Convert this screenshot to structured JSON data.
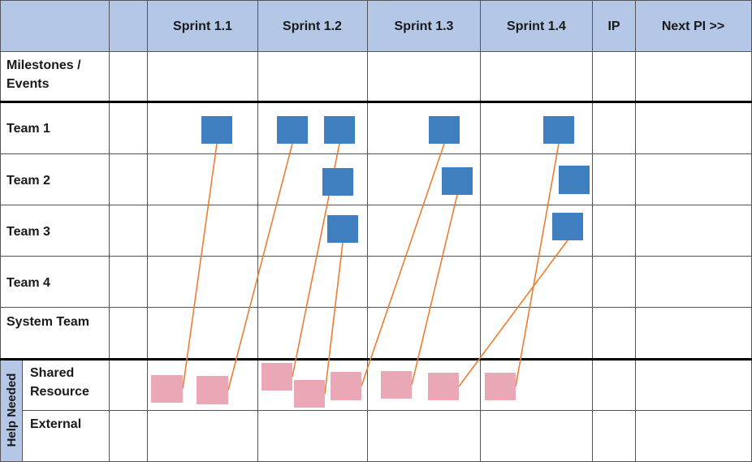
{
  "header": {
    "columns": [
      "Sprint 1.1",
      "Sprint 1.2",
      "Sprint 1.3",
      "Sprint 1.4",
      "IP",
      "Next PI >>"
    ]
  },
  "rows": {
    "milestones_line1": "Milestones /",
    "milestones_line2": "Events",
    "team1": "Team 1",
    "team2": "Team 2",
    "team3": "Team 3",
    "team4": "Team 4",
    "system_team": "System Team",
    "shared_line1": "Shared",
    "shared_line2": "Resource",
    "external": "External"
  },
  "help_needed": "Help Needed",
  "colors": {
    "header_fill": "#b4c7e7",
    "team_card": "#3f7fbf",
    "help_card": "#eaa8b6",
    "dependency_line": "#ed7d31",
    "grid_line": "#555555"
  },
  "team_cards": [
    {
      "id": "c1",
      "team": "Team 1",
      "sprint": "Sprint 1.1"
    },
    {
      "id": "c2",
      "team": "Team 1",
      "sprint": "Sprint 1.2"
    },
    {
      "id": "c3",
      "team": "Team 1",
      "sprint": "Sprint 1.2"
    },
    {
      "id": "c4",
      "team": "Team 1",
      "sprint": "Sprint 1.3"
    },
    {
      "id": "c5",
      "team": "Team 1",
      "sprint": "Sprint 1.4"
    },
    {
      "id": "c6",
      "team": "Team 2",
      "sprint": "Sprint 1.2"
    },
    {
      "id": "c7",
      "team": "Team 2",
      "sprint": "Sprint 1.3"
    },
    {
      "id": "c8",
      "team": "Team 2",
      "sprint": "Sprint 1.4"
    },
    {
      "id": "c9",
      "team": "Team 3",
      "sprint": "Sprint 1.2"
    },
    {
      "id": "c10",
      "team": "Team 3",
      "sprint": "Sprint 1.4"
    }
  ],
  "help_cards": [
    {
      "id": "h1",
      "row": "Shared Resource",
      "sprint": "Sprint 1.1"
    },
    {
      "id": "h2",
      "row": "Shared Resource",
      "sprint": "Sprint 1.1"
    },
    {
      "id": "h3",
      "row": "Shared Resource",
      "sprint": "Sprint 1.2"
    },
    {
      "id": "h4",
      "row": "Shared Resource",
      "sprint": "Sprint 1.2"
    },
    {
      "id": "h5",
      "row": "Shared Resource",
      "sprint": "Sprint 1.2"
    },
    {
      "id": "h6",
      "row": "Shared Resource",
      "sprint": "Sprint 1.3"
    },
    {
      "id": "h7",
      "row": "Shared Resource",
      "sprint": "Sprint 1.3"
    },
    {
      "id": "h8",
      "row": "Shared Resource",
      "sprint": "Sprint 1.4"
    }
  ],
  "dependencies": [
    {
      "from": "c1",
      "to": "h1"
    },
    {
      "from": "c2",
      "to": "h2"
    },
    {
      "from": "c3",
      "to": "h3"
    },
    {
      "from": "c9",
      "to": "h4"
    },
    {
      "from": "c4",
      "to": "h5"
    },
    {
      "from": "c7",
      "to": "h6"
    },
    {
      "from": "c10",
      "to": "h7"
    },
    {
      "from": "c5",
      "to": "h8"
    }
  ]
}
